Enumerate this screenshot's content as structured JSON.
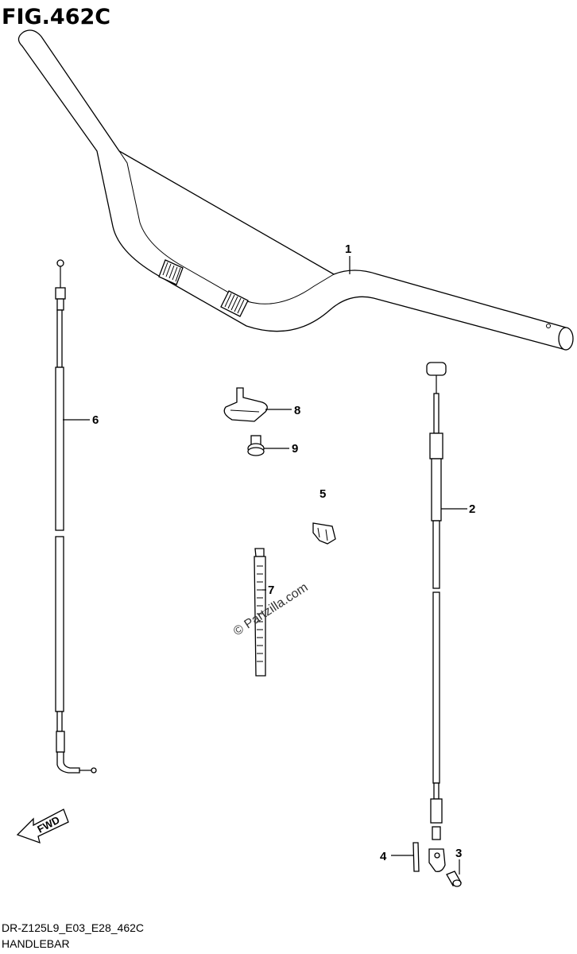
{
  "figure": {
    "title": "FIG.462C"
  },
  "callouts": [
    {
      "id": "1",
      "label": "1"
    },
    {
      "id": "2",
      "label": "2"
    },
    {
      "id": "3",
      "label": "3"
    },
    {
      "id": "4",
      "label": "4"
    },
    {
      "id": "5",
      "label": "5"
    },
    {
      "id": "6",
      "label": "6"
    },
    {
      "id": "7",
      "label": "7"
    },
    {
      "id": "8",
      "label": "8"
    },
    {
      "id": "9",
      "label": "9"
    }
  ],
  "direction_badge": {
    "label": "FWD"
  },
  "watermark": {
    "text": "© Partzilla.com"
  },
  "footer": {
    "code": "DR-Z125L9_E03_E28_462C",
    "section": "HANDLEBAR"
  }
}
